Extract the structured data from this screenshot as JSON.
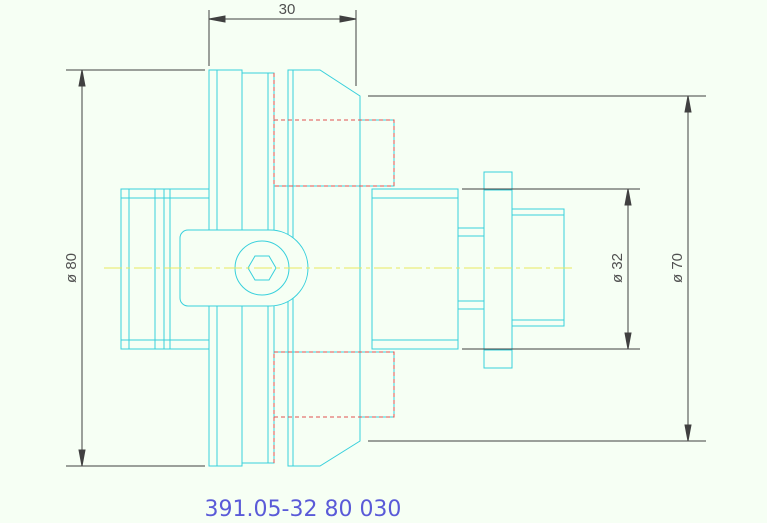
{
  "colors": {
    "background": "#f6fff4",
    "part_outline": "#38d0dc",
    "hidden_line": "#e05050",
    "center_line": "#e8e860",
    "dimension_line": "#404040",
    "dimension_text": "#505050",
    "part_number": "#5a5ad8"
  },
  "dimensions": {
    "length_top": "30",
    "diameter_left": "ø 80",
    "diameter_inner": "ø 32",
    "diameter_right": "ø 70"
  },
  "part_number": "391.05-32 80 030"
}
